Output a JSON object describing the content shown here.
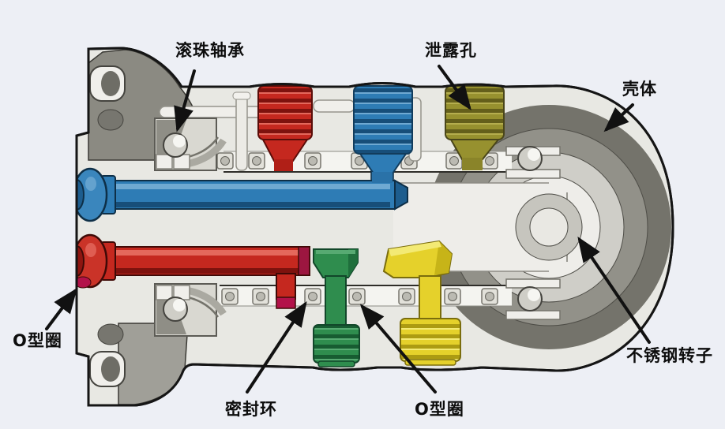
{
  "labels": {
    "ball_bearing": "滚珠轴承",
    "leak_hole": "泄露孔",
    "housing": "壳体",
    "o_ring_left": "O型圈",
    "seal_ring": "密封环",
    "o_ring_bottom": "O型圈",
    "stainless_rotor": "不锈钢转子"
  },
  "colors": {
    "background": "#edeff5",
    "body_gray": "#e8e8e3",
    "shadow_gray": "#8b8a82",
    "outline": "#151515",
    "port_red": "#c5281f",
    "port_blue": "#2e7cb5",
    "drain_olive": "#97912f",
    "seal_green": "#2f8d4e",
    "port_yellow": "#e5d12b",
    "o_ring_magenta": "#b3124a"
  }
}
